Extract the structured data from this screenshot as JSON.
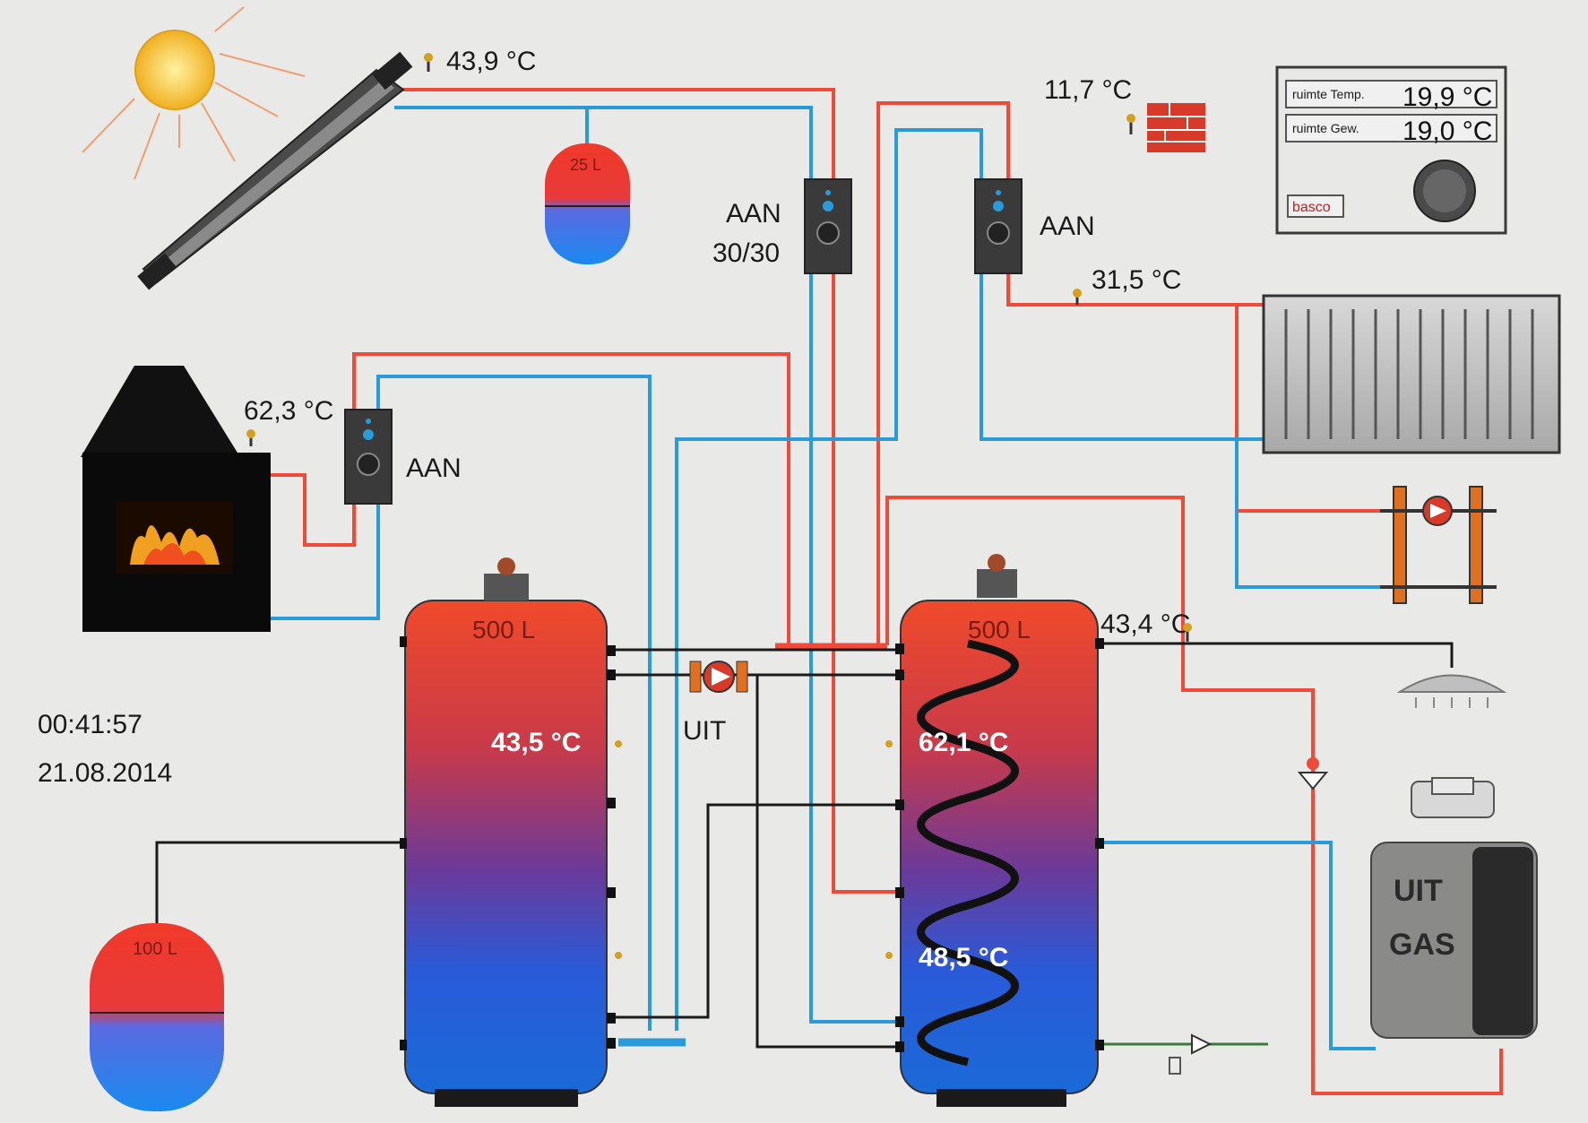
{
  "time": "00:41:57",
  "date": "21.08.2014",
  "collector": {
    "temp": "43,9 °C"
  },
  "expansion_small": {
    "label": "25 L"
  },
  "expansion_large": {
    "label": "100 L"
  },
  "solar_station": {
    "status": "AAN",
    "setting": "30/30"
  },
  "fireplace_station": {
    "status": "AAN"
  },
  "fireplace": {
    "temp": "62,3 °C"
  },
  "heating_station": {
    "status": "AAN"
  },
  "outdoor": {
    "temp": "11,7 °C"
  },
  "heating_flow": {
    "temp": "31,5 °C"
  },
  "thermostat": {
    "row1_label": "ruimte Temp.",
    "row1_value": "19,9 °C",
    "row2_label": "ruimte Gew.",
    "row2_value": "19,0 °C",
    "brand": "basco"
  },
  "tank_left": {
    "volume": "500 L",
    "temp": "43,5 °C"
  },
  "tank_right": {
    "volume": "500 L",
    "temp_top": "62,1 °C",
    "temp_bottom": "48,5 °C",
    "temp_outlet": "43,4 °C"
  },
  "transfer_pump": {
    "status": "UIT"
  },
  "gas_boiler": {
    "status": "UIT",
    "label": "GAS"
  },
  "colors": {
    "hot": "#f04a3a",
    "cold": "#2a9bd8",
    "tank_top": "#f04a2a",
    "tank_bottom": "#1a6ad8"
  },
  "icons": [
    "sun-icon",
    "solar-collector-icon",
    "fireplace-icon",
    "radiator-icon",
    "shower-icon",
    "pump-icon",
    "brick-wall-icon",
    "temperature-sensor-icon"
  ]
}
